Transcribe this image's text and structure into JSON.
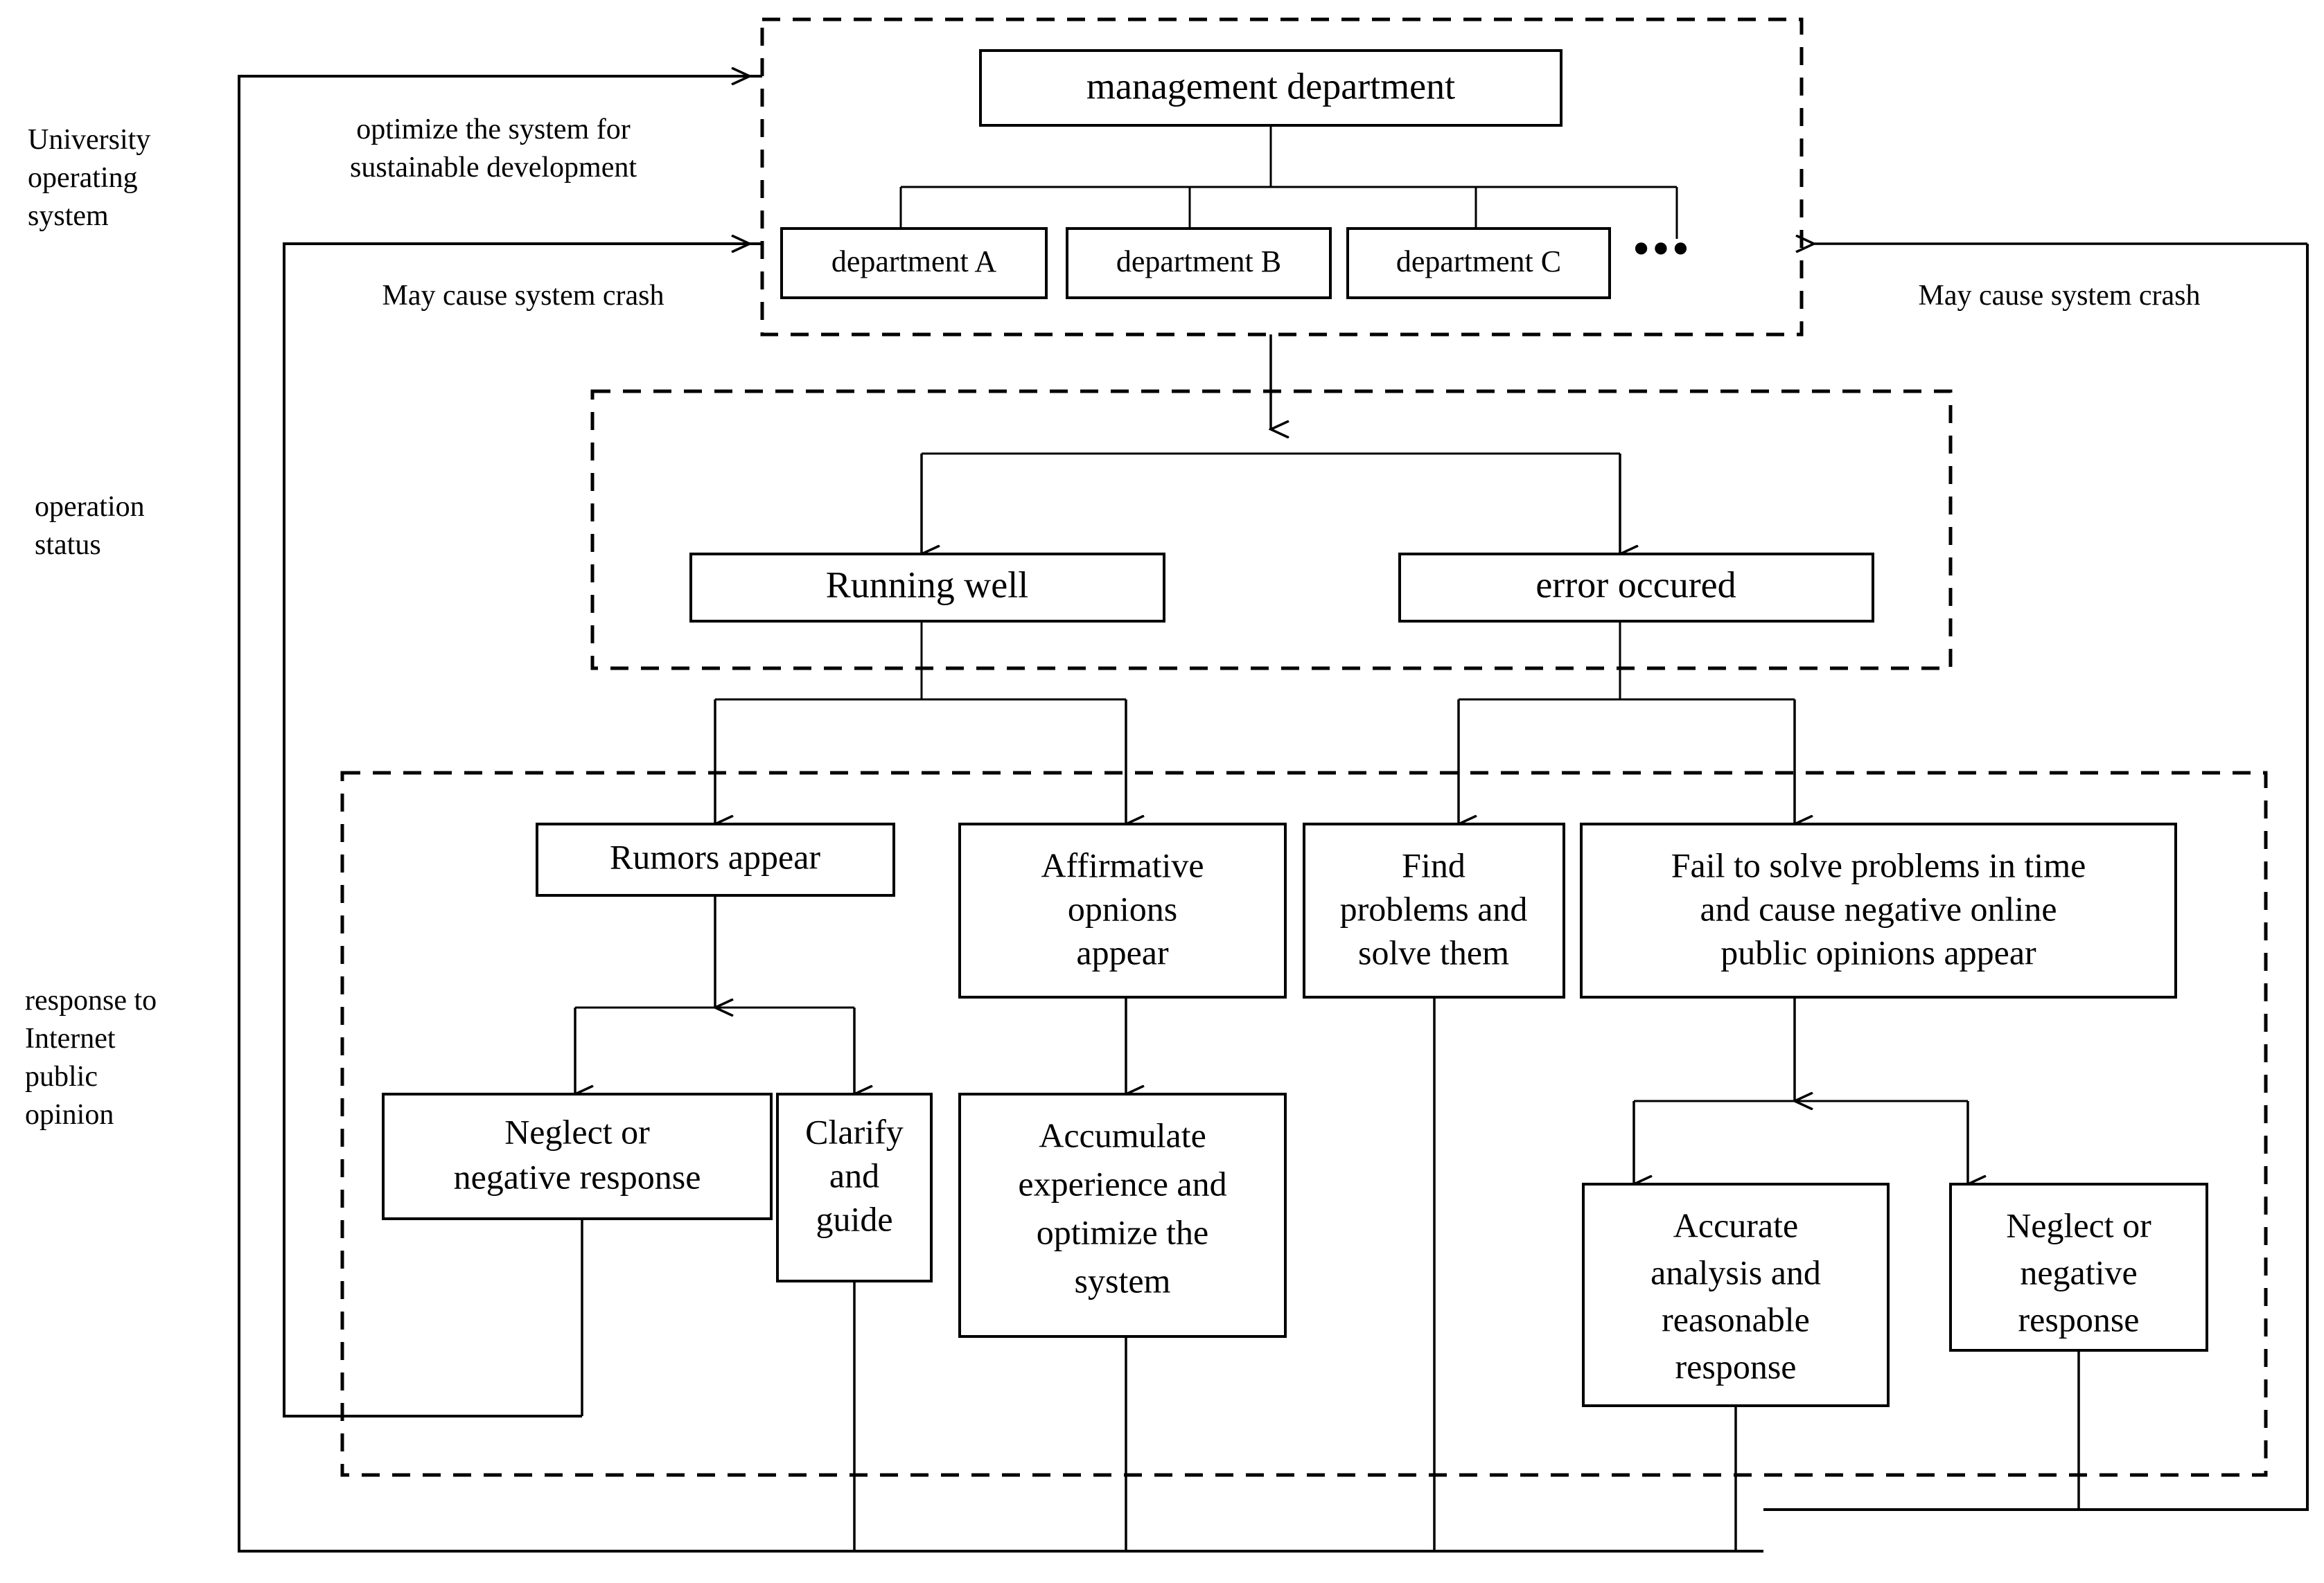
{
  "figure": {
    "title": "University operating system and Internet public opinion response flowchart",
    "bg_color": "#ffffff",
    "line_color": "#000000"
  },
  "side_labels": [
    {
      "id": "university-operating-system",
      "lines": [
        "University",
        "operating",
        "system"
      ]
    },
    {
      "id": "operation-status",
      "lines": [
        "operation",
        "status"
      ]
    },
    {
      "id": "response-to-internet-public-opinion",
      "lines": [
        "response to",
        "Internet",
        "public",
        "opinion"
      ]
    }
  ],
  "edge_labels": [
    {
      "id": "optimize-label",
      "lines": [
        "optimize the system for",
        "sustainable development"
      ]
    },
    {
      "id": "may-cause-crash-left",
      "lines": [
        "May cause system crash"
      ]
    },
    {
      "id": "may-cause-crash-right",
      "lines": [
        "May cause system crash"
      ]
    }
  ],
  "groups": [
    {
      "id": "group-university-operating-system",
      "label": "University operating system"
    },
    {
      "id": "group-operation-status",
      "label": "operation status"
    },
    {
      "id": "group-response-to-internet-public-opinion",
      "label": "response to Internet public opinion"
    }
  ],
  "nodes": {
    "management_department": {
      "lines": [
        "management department"
      ]
    },
    "department_a": {
      "lines": [
        "department A"
      ]
    },
    "department_b": {
      "lines": [
        "department B"
      ]
    },
    "department_c": {
      "lines": [
        "department C"
      ]
    },
    "departments_more": {
      "text": "•••"
    },
    "running_well": {
      "lines": [
        "Running well"
      ]
    },
    "error_occured": {
      "lines": [
        "error occured"
      ]
    },
    "rumors_appear": {
      "lines": [
        "Rumors appear"
      ]
    },
    "affirmative_opinions_appear": {
      "lines": [
        "Affirmative",
        "opnions",
        "appear"
      ]
    },
    "find_problems_and_solve_them": {
      "lines": [
        "Find",
        "problems and",
        "solve them"
      ]
    },
    "fail_to_solve_problems": {
      "lines": [
        "Fail to solve problems in time",
        "and cause negative online",
        "public opinions appear"
      ]
    },
    "neglect_or_negative_response_left": {
      "lines": [
        "Neglect or",
        "negative response"
      ]
    },
    "clarify_and_guide": {
      "lines": [
        "Clarify",
        "and",
        "guide"
      ]
    },
    "accumulate_experience": {
      "lines": [
        "Accumulate",
        "experience and",
        "optimize the",
        "system"
      ]
    },
    "accurate_analysis": {
      "lines": [
        "Accurate",
        "analysis and",
        "reasonable",
        "response"
      ]
    },
    "neglect_or_negative_response_right": {
      "lines": [
        "Neglect or",
        "negative",
        "response"
      ]
    }
  }
}
